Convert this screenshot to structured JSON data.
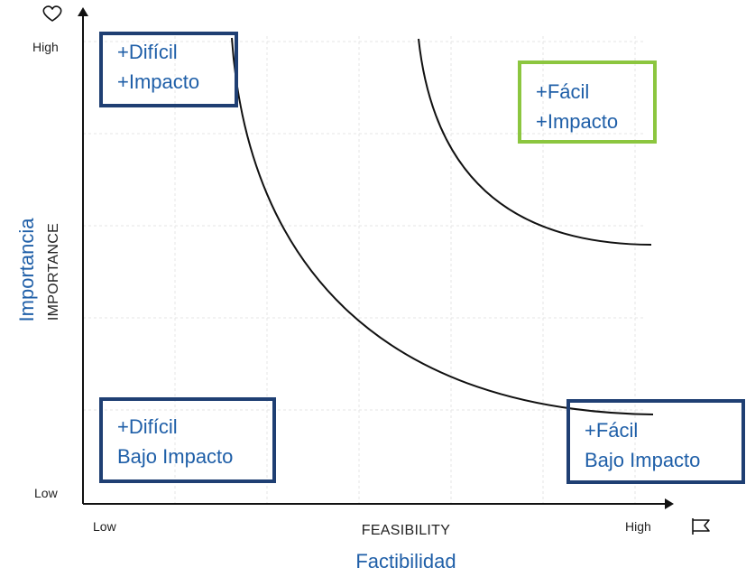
{
  "axes": {
    "y_high": "High",
    "y_low": "Low",
    "x_low": "Low",
    "x_high": "High",
    "x_title_en": "FEASIBILITY",
    "x_title_es": "Factibilidad",
    "y_title_en": "IMPORTANCE",
    "y_title_es": "Importancia"
  },
  "icons": {
    "y_axis": "heart-icon",
    "x_axis": "flag-icon"
  },
  "quadrants": {
    "top_left": {
      "line1": "+Difícil",
      "line2": "+Impacto"
    },
    "top_right": {
      "line1": "+Fácil",
      "line2": "+Impacto"
    },
    "bottom_left": {
      "line1": "+Difícil",
      "line2": "Bajo Impacto"
    },
    "bottom_right": {
      "line1": "+Fácil",
      "line2": "Bajo Impacto"
    }
  },
  "colors": {
    "box_border": "#1f3f73",
    "highlight_border": "#8cc63f",
    "text_blue": "#1f5fa8"
  }
}
